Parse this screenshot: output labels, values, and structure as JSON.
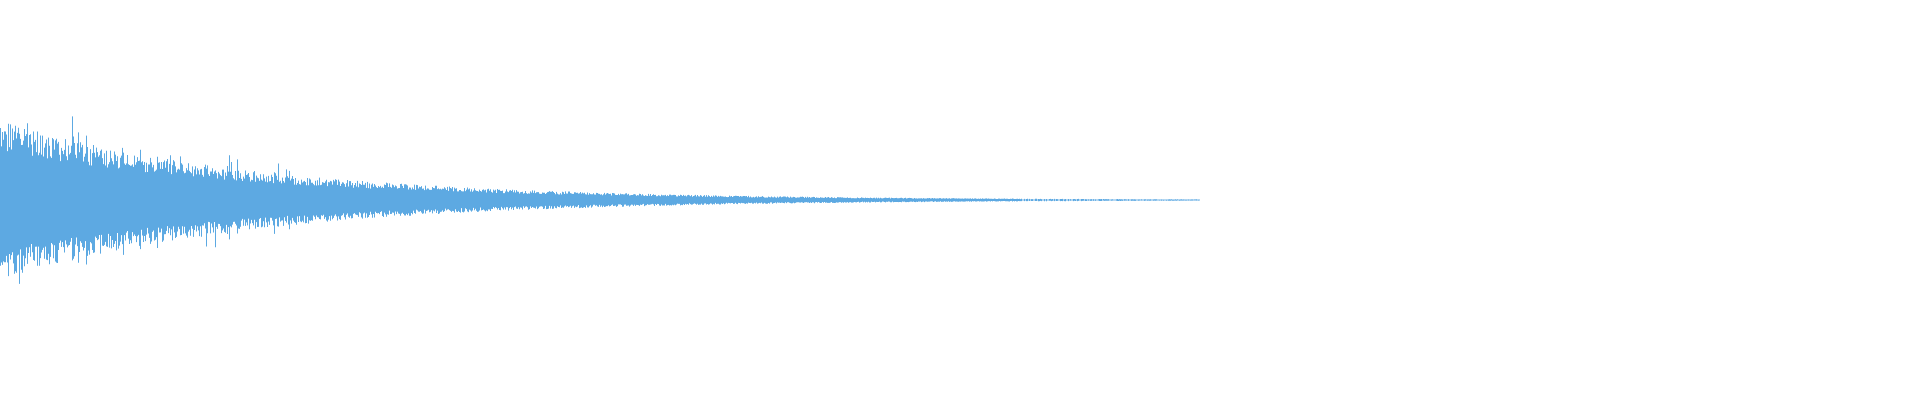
{
  "waveform": {
    "color": "#5DA9E2",
    "background": "#FFFFFF",
    "visible_duration_fraction": 0.625,
    "envelope": {
      "initial_amplitude": 0.34,
      "peak_amplitude": 0.36,
      "decay": "exponential",
      "tail_amplitude": 0.003
    }
  }
}
